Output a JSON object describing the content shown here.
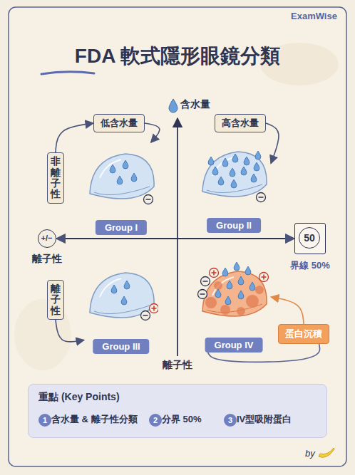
{
  "diagram": {
    "title": "FDA 軟式隱形眼鏡分類",
    "nodes": [
      {
        "text": [
          "低含水量"
        ]
      },
      {
        "text": [
          "高含水量"
        ]
      },
      {
        "text": [
          "非離子性"
        ]
      },
      {
        "text": [
          "Group I"
        ]
      },
      {
        "text": [
          "Group II"
        ]
      },
      {
        "text": [
          "+/−",
          "離子性"
        ]
      },
      {
        "text": [
          "50",
          "界線 50%"
        ]
      },
      {
        "text": [
          "離子性"
        ]
      },
      {
        "text": [
          "Group III"
        ]
      },
      {
        "text": [
          "Group IV"
        ]
      },
      {
        "text": [
          "蛋白沉積"
        ]
      },
      {
        "text": [
          "重點 (Key Points)"
        ]
      },
      {
        "text": [
          "1"
        ],
        "in": 11
      },
      {
        "text": [
          "2"
        ],
        "in": 11
      },
      {
        "text": [
          "3"
        ],
        "in": 11
      }
    ],
    "edges": [
      {
        "from": 2,
        "to": 0,
        "arrow": "to"
      },
      {
        "from": 0,
        "to": 3,
        "arrow": "to"
      },
      {
        "from": 1,
        "to": 4,
        "arrow": "to"
      },
      {
        "from": 7,
        "to": 8,
        "arrow": "to"
      },
      {
        "from": 10,
        "to": 9,
        "arrow": "to"
      },
      {
        "from": 9,
        "to": 10,
        "arrow": "none"
      },
      {
        "from": 5,
        "to": 6,
        "arrow": "both"
      }
    ],
    "labels": [
      "ExamWise",
      "含水量",
      "離子性",
      "含水量 & 離子性分類",
      "分界 50%",
      "IV型吸附蛋白",
      "by"
    ]
  }
}
